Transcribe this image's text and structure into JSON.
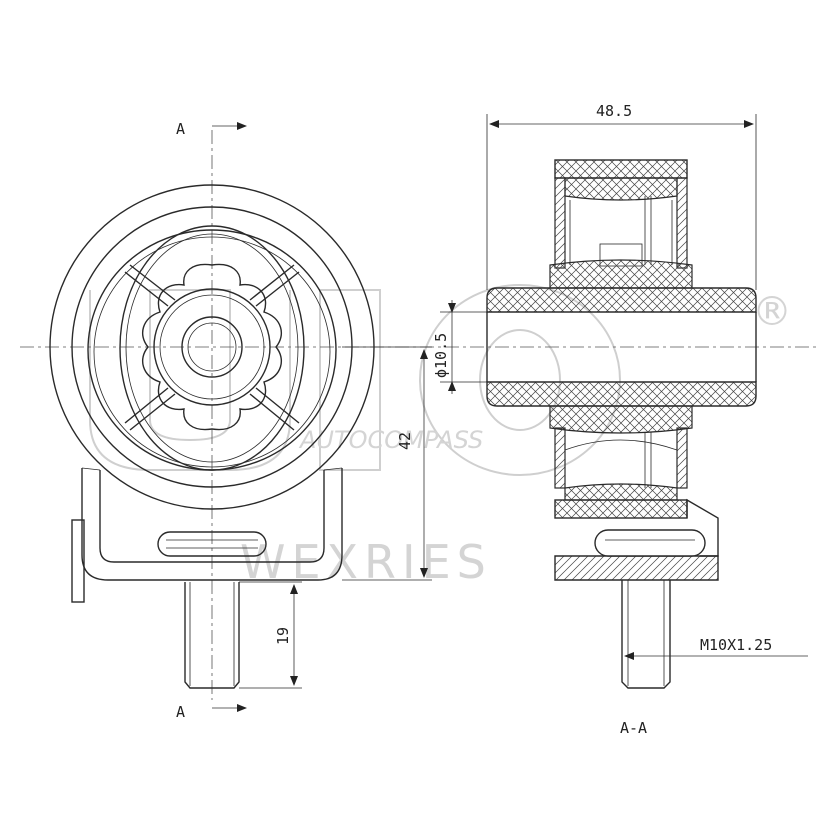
{
  "drawing": {
    "section_labels": {
      "top_left": "A",
      "bottom_left": "A",
      "section_view": "A-A"
    },
    "dimensions": {
      "overall_width": "48.5",
      "bore_diameter": "ϕ10.5",
      "height": "42",
      "stud_length": "19",
      "thread": "M10X1.25"
    },
    "watermark": {
      "brand_top": "AUTOCOMPASS",
      "brand_bottom": "WEXRIES",
      "registered_mark": "®"
    }
  }
}
